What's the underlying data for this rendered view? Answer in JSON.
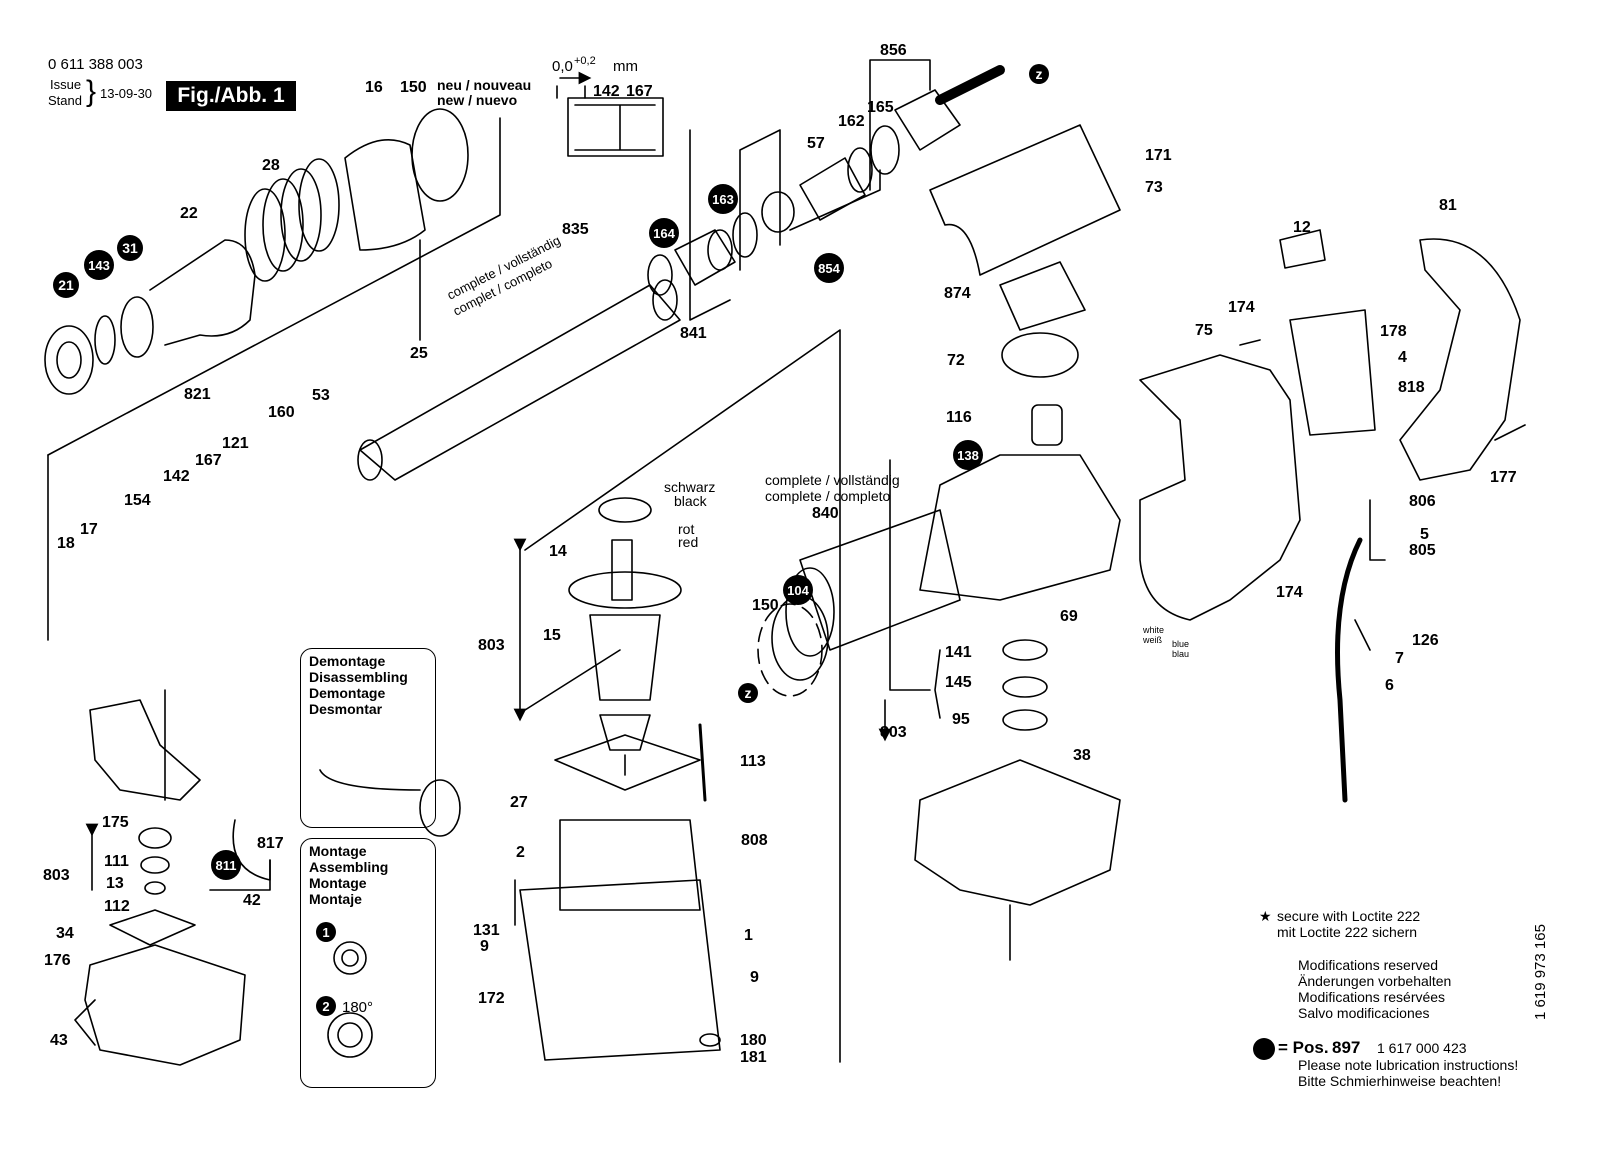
{
  "header": {
    "part_number": "0 611 388 003",
    "issue_label": "Issue",
    "stand_label": "Stand",
    "date": "13-09-30",
    "figure_label": "Fig./Abb. 1"
  },
  "tolerance": {
    "value": "0,0",
    "sup": "+0,2",
    "unit": "mm"
  },
  "annotations": {
    "neu_nouveau": "neu / nouveau",
    "new_nuevo": "new / nuevo",
    "complete_top_1": "complete / vollständig",
    "complete_top_2": "complet / completo",
    "complete_mid_1": "complete / vollständig",
    "complete_mid_2": "complete / completo",
    "schwarz": "schwarz",
    "black": "black",
    "rot": "rot",
    "red": "red",
    "white": "white",
    "weiss": "weiß",
    "blue": "blue",
    "blau": "blau"
  },
  "disassembly_box": [
    "Demontage",
    "Disassembling",
    "Demontage",
    "Desmontar"
  ],
  "assembly_box": [
    "Montage",
    "Assembling",
    "Montage",
    "Montaje"
  ],
  "assembly_steps": {
    "step1": "1",
    "step2": "2",
    "angle": "180°"
  },
  "notes": {
    "loctite_en": "secure with Loctite 222",
    "loctite_de": "mit Loctite 222 sichern",
    "mod_en": "Modifications reserved",
    "mod_de": "Änderungen vorbehalten",
    "mod_fr": "Modifications resérvées",
    "mod_es": "Salvo modificaciones",
    "pos_label": "= Pos.",
    "pos_number": "897",
    "pos_part": "1 617 000 423",
    "lube_en": "Please note lubrication instructions!",
    "lube_de": "Bitte Schmierhinweise beachten!",
    "doc_number": "1 619 973 165"
  },
  "labels": [
    {
      "id": "16",
      "t": "16"
    },
    {
      "id": "150a",
      "t": "150"
    },
    {
      "id": "28",
      "t": "28"
    },
    {
      "id": "22",
      "t": "22"
    },
    {
      "id": "142a",
      "t": "142"
    },
    {
      "id": "167a",
      "t": "167"
    },
    {
      "id": "856",
      "t": "856"
    },
    {
      "id": "165",
      "t": "165"
    },
    {
      "id": "162",
      "t": "162"
    },
    {
      "id": "57",
      "t": "57"
    },
    {
      "id": "171",
      "t": "171"
    },
    {
      "id": "73",
      "t": "73"
    },
    {
      "id": "835",
      "t": "835"
    },
    {
      "id": "25",
      "t": "25"
    },
    {
      "id": "841",
      "t": "841"
    },
    {
      "id": "12",
      "t": "12"
    },
    {
      "id": "81",
      "t": "81"
    },
    {
      "id": "874",
      "t": "874"
    },
    {
      "id": "72",
      "t": "72"
    },
    {
      "id": "116",
      "t": "116"
    },
    {
      "id": "174a",
      "t": "174"
    },
    {
      "id": "75",
      "t": "75"
    },
    {
      "id": "178",
      "t": "178"
    },
    {
      "id": "4",
      "t": "4"
    },
    {
      "id": "818",
      "t": "818"
    },
    {
      "id": "177",
      "t": "177"
    },
    {
      "id": "821",
      "t": "821"
    },
    {
      "id": "160",
      "t": "160"
    },
    {
      "id": "53",
      "t": "53"
    },
    {
      "id": "121",
      "t": "121"
    },
    {
      "id": "142b",
      "t": "142"
    },
    {
      "id": "167b",
      "t": "167"
    },
    {
      "id": "154",
      "t": "154"
    },
    {
      "id": "18",
      "t": "18"
    },
    {
      "id": "17",
      "t": "17"
    },
    {
      "id": "14",
      "t": "14"
    },
    {
      "id": "803a",
      "t": "803"
    },
    {
      "id": "15",
      "t": "15"
    },
    {
      "id": "840",
      "t": "840"
    },
    {
      "id": "150b",
      "t": "150"
    },
    {
      "id": "69",
      "t": "69"
    },
    {
      "id": "806",
      "t": "806"
    },
    {
      "id": "5",
      "t": "5"
    },
    {
      "id": "805",
      "t": "805"
    },
    {
      "id": "174b",
      "t": "174"
    },
    {
      "id": "126",
      "t": "126"
    },
    {
      "id": "7",
      "t": "7"
    },
    {
      "id": "6",
      "t": "6"
    },
    {
      "id": "141",
      "t": "141"
    },
    {
      "id": "145",
      "t": "145"
    },
    {
      "id": "95",
      "t": "95"
    },
    {
      "id": "803b",
      "t": "803"
    },
    {
      "id": "38",
      "t": "38"
    },
    {
      "id": "113",
      "t": "113"
    },
    {
      "id": "27",
      "t": "27"
    },
    {
      "id": "2",
      "t": "2"
    },
    {
      "id": "808",
      "t": "808"
    },
    {
      "id": "131",
      "t": "131"
    },
    {
      "id": "9a",
      "t": "9"
    },
    {
      "id": "1",
      "t": "1"
    },
    {
      "id": "9b",
      "t": "9"
    },
    {
      "id": "172",
      "t": "172"
    },
    {
      "id": "180",
      "t": "180"
    },
    {
      "id": "181",
      "t": "181"
    },
    {
      "id": "175",
      "t": "175"
    },
    {
      "id": "817",
      "t": "817"
    },
    {
      "id": "111",
      "t": "111"
    },
    {
      "id": "803c",
      "t": "803"
    },
    {
      "id": "13",
      "t": "13"
    },
    {
      "id": "112",
      "t": "112"
    },
    {
      "id": "42",
      "t": "42"
    },
    {
      "id": "34",
      "t": "34"
    },
    {
      "id": "176",
      "t": "176"
    },
    {
      "id": "43",
      "t": "43"
    }
  ],
  "badges": [
    {
      "id": "b21",
      "t": "21"
    },
    {
      "id": "b143",
      "t": "143"
    },
    {
      "id": "b31",
      "t": "31"
    },
    {
      "id": "b164",
      "t": "164"
    },
    {
      "id": "b163",
      "t": "163"
    },
    {
      "id": "b854",
      "t": "854"
    },
    {
      "id": "b138",
      "t": "138"
    },
    {
      "id": "b104",
      "t": "104"
    },
    {
      "id": "b811",
      "t": "811"
    },
    {
      "id": "bz1",
      "t": "z"
    },
    {
      "id": "bz2",
      "t": "z"
    }
  ]
}
